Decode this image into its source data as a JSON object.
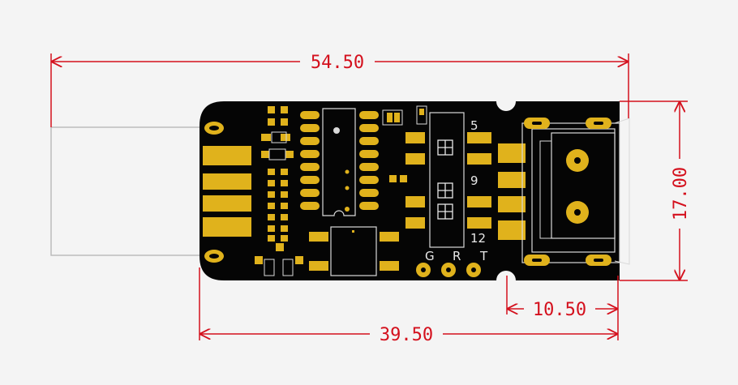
{
  "dimensions": {
    "overall_length": "54.50",
    "board_length": "39.50",
    "board_height": "17.00",
    "terminal_width": "10.50"
  },
  "silkscreen": {
    "pin_5": "5",
    "pin_9": "9",
    "pin_12": "12",
    "label_g": "G",
    "label_r": "R",
    "label_t": "T"
  },
  "colors": {
    "dimension": "#d4101d",
    "board": "#050505",
    "pad": "#e0b21c",
    "silkscreen": "#d9d9d9",
    "background": "#f4f4f4",
    "usb_outline": "#b8b8b8"
  }
}
